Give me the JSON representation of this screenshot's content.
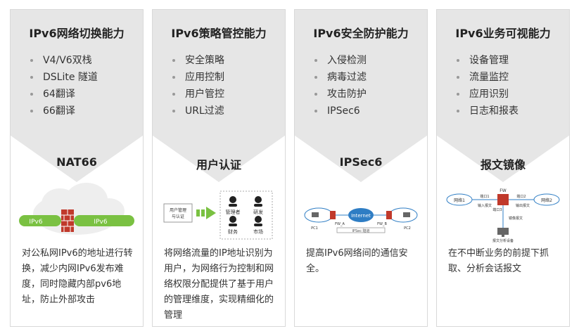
{
  "cards": [
    {
      "title": "IPv6网络切换能力",
      "features": [
        "V4/V6双栈",
        "DSLite 隧道",
        "64翻译",
        "66翻译"
      ],
      "sub_title": "NAT66",
      "illus": {
        "left_label": "IPv6",
        "right_label": "IPv6"
      },
      "description": "对公私网IPv6的地址进行转换，减少内网IPv6发布难度，同时隐藏内部pv6地址，防止外部攻击"
    },
    {
      "title": "IPv6策略管控能力",
      "features": [
        "安全策略",
        "应用控制",
        "用户管控",
        "URL过滤"
      ],
      "sub_title": "用户认证",
      "illus": {
        "left_box": "用户管理与认证",
        "roles": [
          "管理者",
          "研发",
          "财务",
          "市场"
        ]
      },
      "description": "将网络流量的IP地址识别为用户，为网络行为控制和网络权限分配提供了基于用户的管理维度，实现精细化的管理"
    },
    {
      "title": "IPv6安全防护能力",
      "features": [
        "入侵检测",
        "病毒过滤",
        "攻击防护",
        "IPSec6"
      ],
      "sub_title": "IPSec6",
      "illus": {
        "center": "Internet",
        "left_node": "FW_A",
        "right_node": "FW_B",
        "pc_left": "PC1",
        "pc_right": "PC2",
        "tunnel": "IPSec 隧道"
      },
      "description": "提高IPv6网络间的通信安全。"
    },
    {
      "title": "IPv6业务可视能力",
      "features": [
        "设备管理",
        "流量监控",
        "应用识别",
        "日志和报表"
      ],
      "sub_title": "报文镜像",
      "illus": {
        "net1": "网络1",
        "net2": "网络2",
        "fw": "FW",
        "port1": "端口1",
        "port2": "端口2",
        "port3": "端口3",
        "in_pkt": "输入报文",
        "out_pkt": "输出报文",
        "mirror": "镜像报文",
        "analyzer": "报文分析设备"
      },
      "description": "在不中断业务的前提下抓取、分析会话报文"
    }
  ],
  "colors": {
    "card_top_bg": "#e6e6e6",
    "green": "#7ac142",
    "wall_red": "#c0392b",
    "net_blue": "#2e7dc4"
  }
}
